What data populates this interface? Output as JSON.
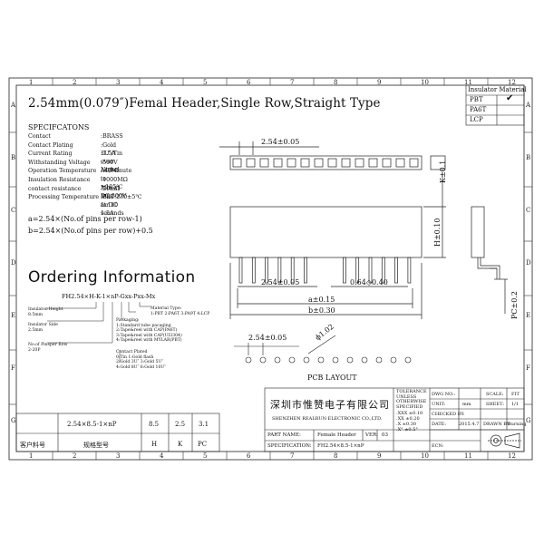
{
  "title": "2.54mm(0.079″)Femal Header,Single Row,Straight Type",
  "grid": {
    "columns": [
      "1",
      "2",
      "3",
      "4",
      "5",
      "6",
      "7",
      "8",
      "9",
      "10",
      "11",
      "12"
    ],
    "rows": [
      "A",
      "B",
      "C",
      "D",
      "E",
      "F",
      "G"
    ]
  },
  "insulator": {
    "header": "Insulator Material",
    "options": [
      "PBT",
      "PA6T",
      "LCP"
    ],
    "checked": "✔"
  },
  "specs": {
    "heading": "SPECIFCATONS",
    "rows": [
      {
        "k": "Contact",
        "v": ":BRASS"
      },
      {
        "k": "Contact Plating",
        "v": ":Gold 1U″/Tin over Nickel"
      },
      {
        "k": "Current Rating",
        "v": ":1.5A"
      },
      {
        "k": "Withstanding Voltage",
        "v": ":500V AC/Minute"
      },
      {
        "k": "Operation Temperature",
        "v": ":-40℃ to +105℃"
      },
      {
        "k": "Insulation Resistance",
        "v": ":1000MΩ Min at DC 500V"
      },
      {
        "k": "contact resistance",
        "v": ":20mΩ Max at DC 1.5A"
      },
      {
        "k": "Processing Temperature",
        "v": ":PBT:230±5℃ for 10 seconds"
      }
    ]
  },
  "formulas": {
    "a": "a=2.54×(No.of pins per row-1)",
    "b": "b=2.54×(No.of pins per row)+0.5"
  },
  "ordering": {
    "heading": "Ordering Information",
    "code": "FH2.54×H-K-1×nP-Gxx-Pxx-Mx",
    "notes": {
      "height": [
        "Insulator Height",
        "8.5mm"
      ],
      "side": [
        "Insulator Side",
        "2.5mm"
      ],
      "pins": [
        "No.of Pinsper Row",
        "2-20P"
      ],
      "material": [
        "Material Type:",
        "1:PBT 2:PA6T 3:PA9T 4:LCP"
      ],
      "packaging": [
        "Packaging:",
        "1:Standard tube pacaging",
        "2:Tape&reel with CAP(PA6T)",
        "3:Tape&reel with CAP(UI3304)",
        "4:Tape&reel with MYLAR(PBT)"
      ],
      "plated": [
        "Contact Plated",
        "0:Tin       1:Gold flash",
        "2:Gold 3U″   3:Gold 5U″",
        "4:Gold 8U″  6:Gold 10U″"
      ]
    }
  },
  "dimensions": {
    "pitch": "2.54±0.05",
    "k": "K±0.1",
    "h": "H±0.10",
    "pitch2": "2.54±0.05",
    "pin": "0.64◇0.40",
    "a": "a±0.15",
    "b": "b±0.30",
    "pc": "PC±0.2",
    "pcb_pitch": "2.54±0.05",
    "hole": "ϕ1.02",
    "pcb_layout": "PCB LAYOUT"
  },
  "part_table": {
    "model": "2.54×8.5-1×nP",
    "h": "8.5",
    "k": "2.5",
    "pc": "3.1",
    "col_customer": "客户料号",
    "col_spec": "规格型号",
    "col_h": "H",
    "col_k": "K",
    "col_pc": "PC"
  },
  "title_block": {
    "company_cn": "深圳市惟赞电子有限公司",
    "company_en": "SHENZHEN REALRUN ELECTRONIC CO.,LTD.",
    "tolerance": [
      "TOLERANCE",
      "UNLESS",
      "OTHERWISE",
      "SPECIFIED"
    ],
    "tol_rows": [
      ".XXX  ±0.10",
      ".XX   ±0.20",
      ".X    ±0.30",
      ".X°   ±0.5°"
    ],
    "dwg_no_label": "DWG NO.:",
    "unit_label": "UNIT:",
    "unit": "mm",
    "checked_label": "CHECKED BY:",
    "date_label": "DATE:",
    "date": "2015.4.7",
    "ecn_label": "ECN:",
    "scale_label": "SCALE:",
    "scale": "FIT",
    "sheet_label": "SHEET:",
    "sheet": "1/1",
    "drawn_label": "DRAWN BY:",
    "drawn": "Burning",
    "part_name_label": "PART NAME:",
    "part_name": "Female Header",
    "ver_label": "VER:",
    "ver": "03",
    "spec_label": "SPECIFICATION:",
    "spec": "FH2.54×8.5-1×nP"
  }
}
